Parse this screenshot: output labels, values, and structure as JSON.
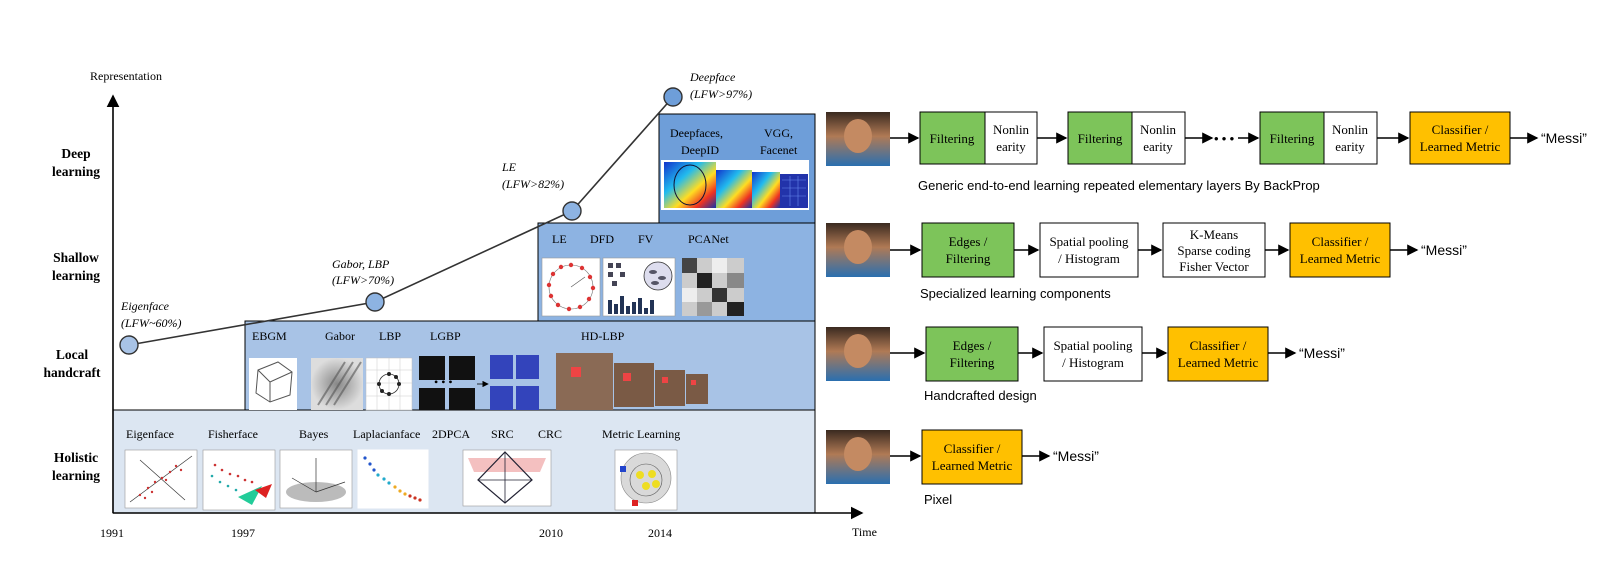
{
  "timeline": {
    "y_axis_label": "Representation",
    "x_axis_label": "Time",
    "years": [
      "1991",
      "1997",
      "2010",
      "2014"
    ],
    "categories": [
      {
        "line1": "Deep",
        "line2": "learning"
      },
      {
        "line1": "Shallow",
        "line2": "learning"
      },
      {
        "line1": "Local",
        "line2": "handcraft"
      },
      {
        "line1": "Holistic",
        "line2": "learning"
      }
    ],
    "milestones": [
      {
        "name": "Eigenface",
        "acc": "(LFW~60%)"
      },
      {
        "name": "Gabor, LBP",
        "acc": "(LFW>70%)"
      },
      {
        "name": "LE",
        "acc": "(LFW>82%)"
      },
      {
        "name": "Deepface",
        "acc": "(LFW>97%)"
      }
    ],
    "holistic_methods": [
      "Eigenface",
      "Fisherface",
      "Bayes",
      "Laplacianface",
      "2DPCA",
      "SRC",
      "CRC",
      "Metric Learning"
    ],
    "local_methods": [
      "EBGM",
      "Gabor",
      "LBP",
      "LGBP",
      "HD-LBP"
    ],
    "shallow_methods": [
      "LE",
      "DFD",
      "FV",
      "PCANet"
    ],
    "deep_methods": [
      {
        "line1": "Deepfaces,",
        "line2": "DeepID"
      },
      {
        "line1": "VGG,",
        "line2": "Facenet"
      }
    ]
  },
  "pipelines": [
    {
      "caption": "Generic end-to-end learning repeated elementary layers By BackProp",
      "filtering": "Filtering",
      "nonlinearity_1": "Nonlin",
      "nonlinearity_2": "earity",
      "ellipsis": "• • •",
      "classifier_1": "Classifier /",
      "classifier_2": "Learned Metric",
      "output": "“Messi”"
    },
    {
      "caption": "Specialized learning components",
      "edges_1": "Edges /",
      "edges_2": "Filtering",
      "pooling_1": "Spatial pooling",
      "pooling_2": "/ Histogram",
      "coding_1": "K-Means",
      "coding_2": "Sparse coding",
      "coding_3": "Fisher Vector",
      "classifier_1": "Classifier /",
      "classifier_2": "Learned Metric",
      "output": "“Messi”"
    },
    {
      "caption": "Handcrafted design",
      "edges_1": "Edges /",
      "edges_2": "Filtering",
      "pooling_1": "Spatial pooling",
      "pooling_2": "/ Histogram",
      "classifier_1": "Classifier /",
      "classifier_2": "Learned Metric",
      "output": "“Messi”"
    },
    {
      "caption": "Pixel",
      "classifier_1": "Classifier /",
      "classifier_2": "Learned Metric",
      "output": "“Messi”"
    }
  ],
  "colors": {
    "green": "#7dc45a",
    "orange": "#ffc000",
    "band_dark": "#6e9ed9",
    "band_mid": "#a8c3e6",
    "band_light": "#dce6f2"
  }
}
